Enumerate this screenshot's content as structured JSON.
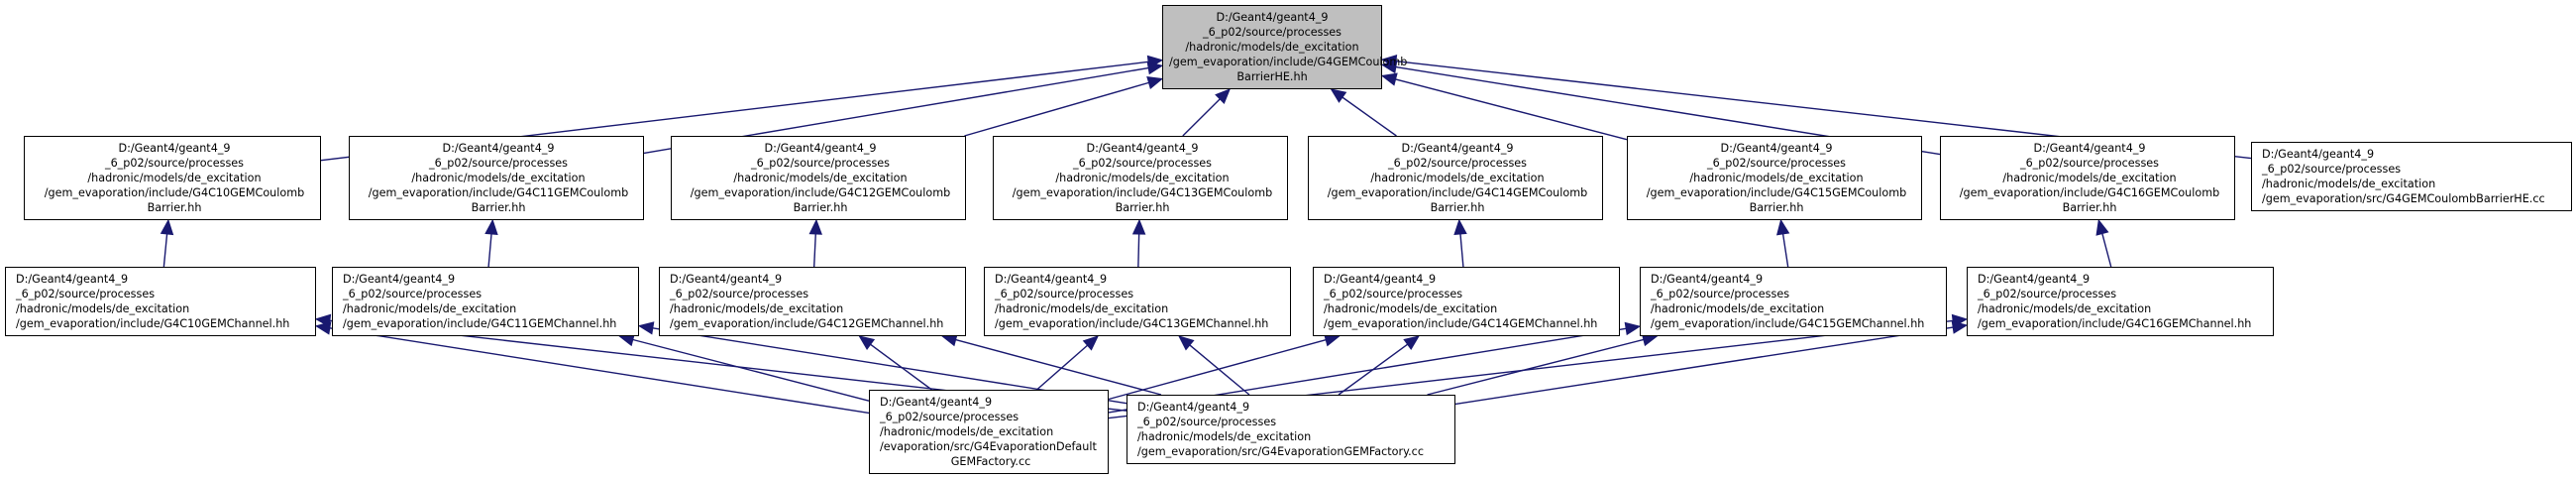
{
  "colors": {
    "root_fill": "#bfbfbf",
    "node_fill": "#ffffff",
    "stroke": "#000000",
    "edge": "#191970"
  },
  "nodes": [
    {
      "id": "root",
      "lines": [
        "D:/Geant4/geant4_9",
        "_6_p02/source/processes",
        "/hadronic/models/de_excitation",
        "/gem_evaporation/include/G4GEMCoulomb",
        "BarrierHE.hh"
      ]
    },
    {
      "id": "b10",
      "lines": [
        "D:/Geant4/geant4_9",
        "_6_p02/source/processes",
        "/hadronic/models/de_excitation",
        "/gem_evaporation/include/G4C10GEMCoulomb",
        "Barrier.hh"
      ]
    },
    {
      "id": "b11",
      "lines": [
        "D:/Geant4/geant4_9",
        "_6_p02/source/processes",
        "/hadronic/models/de_excitation",
        "/gem_evaporation/include/G4C11GEMCoulomb",
        "Barrier.hh"
      ]
    },
    {
      "id": "b12",
      "lines": [
        "D:/Geant4/geant4_9",
        "_6_p02/source/processes",
        "/hadronic/models/de_excitation",
        "/gem_evaporation/include/G4C12GEMCoulomb",
        "Barrier.hh"
      ]
    },
    {
      "id": "b13",
      "lines": [
        "D:/Geant4/geant4_9",
        "_6_p02/source/processes",
        "/hadronic/models/de_excitation",
        "/gem_evaporation/include/G4C13GEMCoulomb",
        "Barrier.hh"
      ]
    },
    {
      "id": "b14",
      "lines": [
        "D:/Geant4/geant4_9",
        "_6_p02/source/processes",
        "/hadronic/models/de_excitation",
        "/gem_evaporation/include/G4C14GEMCoulomb",
        "Barrier.hh"
      ]
    },
    {
      "id": "b15",
      "lines": [
        "D:/Geant4/geant4_9",
        "_6_p02/source/processes",
        "/hadronic/models/de_excitation",
        "/gem_evaporation/include/G4C15GEMCoulomb",
        "Barrier.hh"
      ]
    },
    {
      "id": "b16",
      "lines": [
        "D:/Geant4/geant4_9",
        "_6_p02/source/processes",
        "/hadronic/models/de_excitation",
        "/gem_evaporation/include/G4C16GEMCoulomb",
        "Barrier.hh"
      ]
    },
    {
      "id": "bcc",
      "lines": [
        "D:/Geant4/geant4_9",
        "_6_p02/source/processes",
        "/hadronic/models/de_excitation",
        "/gem_evaporation/src/G4GEMCoulombBarrierHE.cc"
      ]
    },
    {
      "id": "c10",
      "lines": [
        "D:/Geant4/geant4_9",
        "_6_p02/source/processes",
        "/hadronic/models/de_excitation",
        "/gem_evaporation/include/G4C10GEMChannel.hh"
      ]
    },
    {
      "id": "c11",
      "lines": [
        "D:/Geant4/geant4_9",
        "_6_p02/source/processes",
        "/hadronic/models/de_excitation",
        "/gem_evaporation/include/G4C11GEMChannel.hh"
      ]
    },
    {
      "id": "c12",
      "lines": [
        "D:/Geant4/geant4_9",
        "_6_p02/source/processes",
        "/hadronic/models/de_excitation",
        "/gem_evaporation/include/G4C12GEMChannel.hh"
      ]
    },
    {
      "id": "c13",
      "lines": [
        "D:/Geant4/geant4_9",
        "_6_p02/source/processes",
        "/hadronic/models/de_excitation",
        "/gem_evaporation/include/G4C13GEMChannel.hh"
      ]
    },
    {
      "id": "c14",
      "lines": [
        "D:/Geant4/geant4_9",
        "_6_p02/source/processes",
        "/hadronic/models/de_excitation",
        "/gem_evaporation/include/G4C14GEMChannel.hh"
      ]
    },
    {
      "id": "c15",
      "lines": [
        "D:/Geant4/geant4_9",
        "_6_p02/source/processes",
        "/hadronic/models/de_excitation",
        "/gem_evaporation/include/G4C15GEMChannel.hh"
      ]
    },
    {
      "id": "c16",
      "lines": [
        "D:/Geant4/geant4_9",
        "_6_p02/source/processes",
        "/hadronic/models/de_excitation",
        "/gem_evaporation/include/G4C16GEMChannel.hh"
      ]
    },
    {
      "id": "fdef",
      "lines": [
        "D:/Geant4/geant4_9",
        "_6_p02/source/processes",
        "/hadronic/models/de_excitation",
        "/evaporation/src/G4EvaporationDefault",
        "GEMFactory.cc"
      ]
    },
    {
      "id": "fgem",
      "lines": [
        "D:/Geant4/geant4_9",
        "_6_p02/source/processes",
        "/hadronic/models/de_excitation",
        "/gem_evaporation/src/G4EvaporationGEMFactory.cc"
      ]
    }
  ],
  "edges": [
    {
      "from": "b10",
      "to": "root"
    },
    {
      "from": "b11",
      "to": "root"
    },
    {
      "from": "b12",
      "to": "root"
    },
    {
      "from": "b13",
      "to": "root"
    },
    {
      "from": "b14",
      "to": "root"
    },
    {
      "from": "b15",
      "to": "root"
    },
    {
      "from": "b16",
      "to": "root"
    },
    {
      "from": "bcc",
      "to": "root"
    },
    {
      "from": "c10",
      "to": "b10"
    },
    {
      "from": "c11",
      "to": "b11"
    },
    {
      "from": "c12",
      "to": "b12"
    },
    {
      "from": "c13",
      "to": "b13"
    },
    {
      "from": "c14",
      "to": "b14"
    },
    {
      "from": "c15",
      "to": "b15"
    },
    {
      "from": "c16",
      "to": "b16"
    },
    {
      "from": "fdef",
      "to": "c10"
    },
    {
      "from": "fdef",
      "to": "c11"
    },
    {
      "from": "fdef",
      "to": "c12"
    },
    {
      "from": "fdef",
      "to": "c13"
    },
    {
      "from": "fdef",
      "to": "c14"
    },
    {
      "from": "fdef",
      "to": "c15"
    },
    {
      "from": "fdef",
      "to": "c16"
    },
    {
      "from": "fgem",
      "to": "c10"
    },
    {
      "from": "fgem",
      "to": "c11"
    },
    {
      "from": "fgem",
      "to": "c12"
    },
    {
      "from": "fgem",
      "to": "c13"
    },
    {
      "from": "fgem",
      "to": "c14"
    },
    {
      "from": "fgem",
      "to": "c15"
    },
    {
      "from": "fgem",
      "to": "c16"
    }
  ]
}
